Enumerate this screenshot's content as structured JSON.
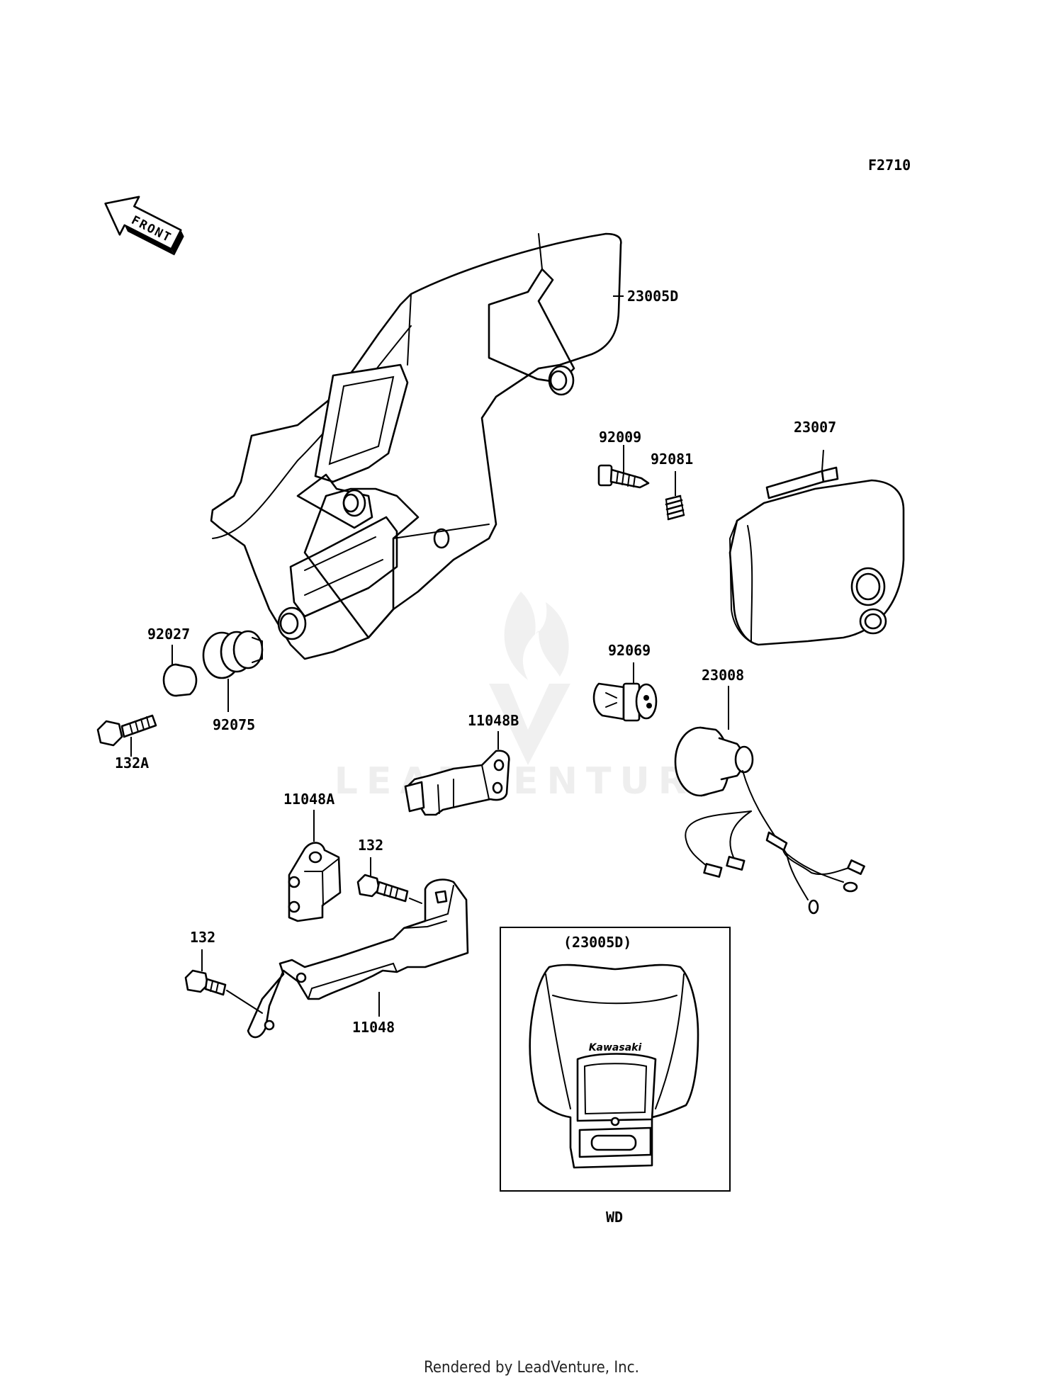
{
  "diagram_id": "F2710",
  "front_arrow_label": "FRONT",
  "callouts": {
    "headlight_cover": "23005D",
    "headlight_unit": "23007",
    "screw": "92009",
    "spring": "92081",
    "collar": "92027",
    "grommet": "92075",
    "bolt_a": "132A",
    "bulb": "92069",
    "socket": "23008",
    "bracket_b": "11048B",
    "bracket_a": "11048A",
    "bolt_upper": "132",
    "bolt_lower": "132",
    "bracket": "11048"
  },
  "inset": {
    "title": "(23005D)",
    "brand": "Kawasaki",
    "caption": "WD"
  },
  "watermark": "LEADVENTURE",
  "footer": "Rendered by LeadVenture, Inc."
}
